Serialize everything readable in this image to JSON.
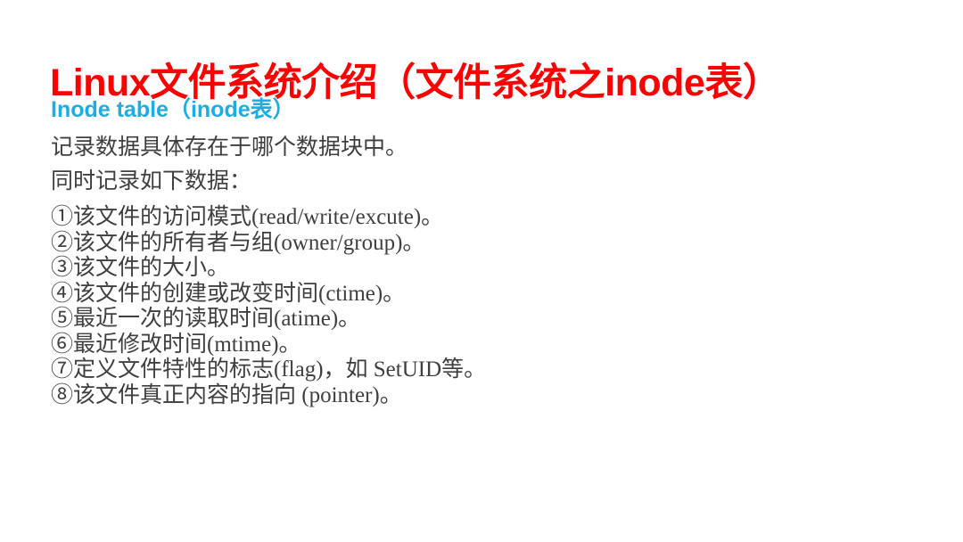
{
  "slide": {
    "title": "Linux文件系统介绍（文件系统之inode表）",
    "subtitle": "Inode table（inode表）",
    "paragraphs": [
      "记录数据具体存在于哪个数据块中。",
      "同时记录如下数据："
    ],
    "items": [
      "①该文件的访问模式(read/write/excute)。",
      "②该文件的所有者与组(owner/group)。",
      "③该文件的大小。",
      "④该文件的创建或改变时间(ctime)。",
      "⑤最近一次的读取时间(atime)。",
      "⑥最近修改时间(mtime)。",
      "⑦定义文件特性的标志(flag)，如 SetUID等。",
      "⑧该文件真正内容的指向 (pointer)。"
    ],
    "colors": {
      "background": "#ffffff",
      "title": "#fe0000",
      "subtitle": "#1cade4",
      "body": "#3f3f3f"
    }
  }
}
